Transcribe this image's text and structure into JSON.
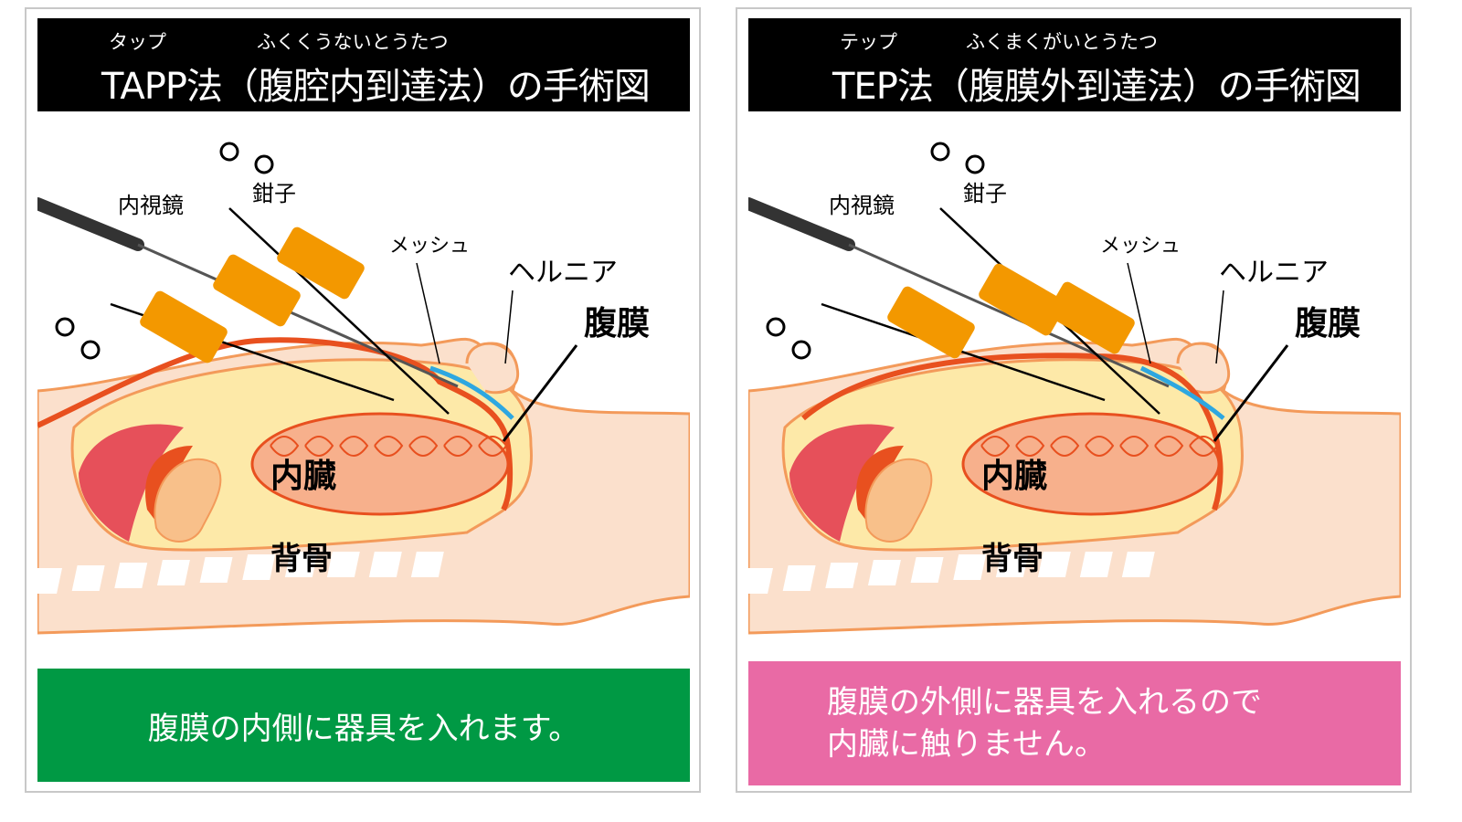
{
  "panels": {
    "tapp": {
      "ruby_left": "タップ",
      "ruby_right": "ふくくうないとうたつ",
      "title": "TAPP法（腹腔内到達法）の手術図",
      "labels": {
        "endoscope": "内視鏡",
        "forceps": "鉗子",
        "mesh": "メッシュ",
        "hernia": "ヘルニア",
        "peritoneum": "腹膜",
        "viscera": "内臓",
        "spine": "背骨"
      },
      "caption_lines": [
        "腹膜の内側に器具を入れます。"
      ],
      "caption_color": "#009944"
    },
    "tep": {
      "ruby_left": "テップ",
      "ruby_right": "ふくまくがいとうたつ",
      "title": "TEP法（腹膜外到達法）の手術図",
      "labels": {
        "endoscope": "内視鏡",
        "forceps": "鉗子",
        "mesh": "メッシュ",
        "hernia": "ヘルニア",
        "peritoneum": "腹膜",
        "viscera": "内臓",
        "spine": "背骨"
      },
      "caption_lines": [
        "腹膜の外側に器具を入れるので",
        "内臓に触りません。"
      ],
      "caption_color": "#e96aa5"
    }
  },
  "colors": {
    "skin": "#fbe0cc",
    "skin_outline": "#f39a5a",
    "cavity": "#fde9a8",
    "peritoneum": "#e8501f",
    "intestine": "#f7b08c",
    "liver": "#e6505a",
    "trocar": "#f39800",
    "mesh": "#2ea7e0"
  }
}
